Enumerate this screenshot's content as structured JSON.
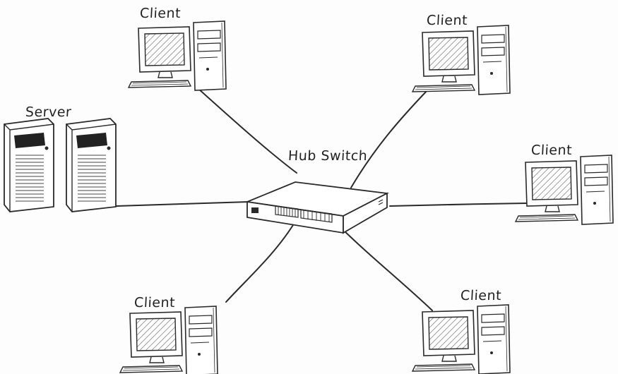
{
  "labels": {
    "server": "Server",
    "hub": "Hub Switch",
    "client": "Client"
  },
  "colors": {
    "ink": "#2a2a2a",
    "screen_fill": "#e8e8e8",
    "display_fill": "#222222",
    "background": "#fdfdfd"
  },
  "nodes": {
    "server": {
      "type": "server"
    },
    "hub": {
      "type": "hub-switch"
    },
    "clients": [
      {
        "type": "client"
      },
      {
        "type": "client"
      },
      {
        "type": "client"
      },
      {
        "type": "client"
      },
      {
        "type": "client"
      }
    ]
  }
}
